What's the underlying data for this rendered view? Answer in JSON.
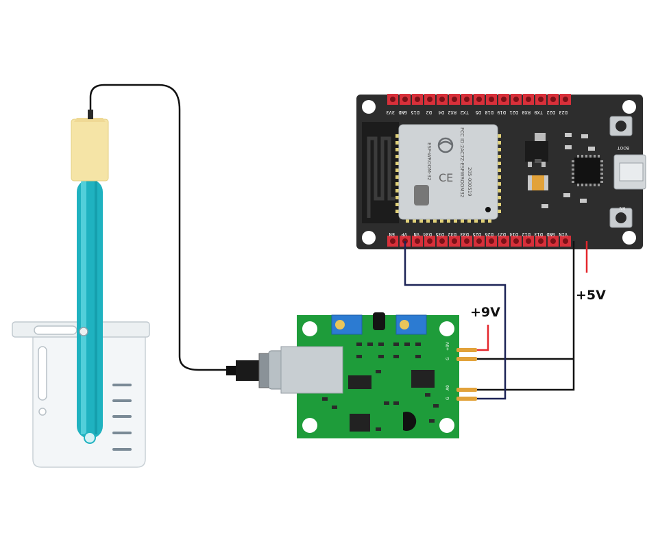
{
  "labels": {
    "v9": "+9V",
    "v5": "+5V"
  },
  "esp32": {
    "module_marks": [
      "ESP-WROOM-32",
      "FCC ID:2AC7Z-ESPWROOM32",
      "205-000519",
      "CE"
    ],
    "top_pins": [
      "3V3",
      "GND",
      "D15",
      "D2",
      "D4",
      "RX2",
      "TX2",
      "D5",
      "D18",
      "D19",
      "D21",
      "RX0",
      "TX0",
      "D22",
      "D23"
    ],
    "bottom_pins": [
      "EN",
      "VP",
      "VN",
      "D34",
      "D35",
      "D32",
      "D33",
      "D25",
      "D26",
      "D27",
      "D14",
      "D12",
      "D13",
      "GND",
      "VIN"
    ],
    "button_boot": "BOOT",
    "button_en": "EN"
  },
  "ph_board": {
    "pins_power": [
      "+9V",
      "G"
    ],
    "pins_signal": [
      "A0",
      "G"
    ]
  },
  "colors": {
    "wire_red": "#e4262c",
    "wire_black": "#111111",
    "wire_navy": "#1c2356",
    "pcb_green": "#1e9c3a",
    "esp_board": "#2d2d2d",
    "header_red": "#d8303a",
    "probe_teal": "#22b7c4",
    "probe_cap": "#f5e4a6"
  },
  "icons": [
    "wifi-icon",
    "ce-mark-icon",
    "usb-port-icon"
  ]
}
